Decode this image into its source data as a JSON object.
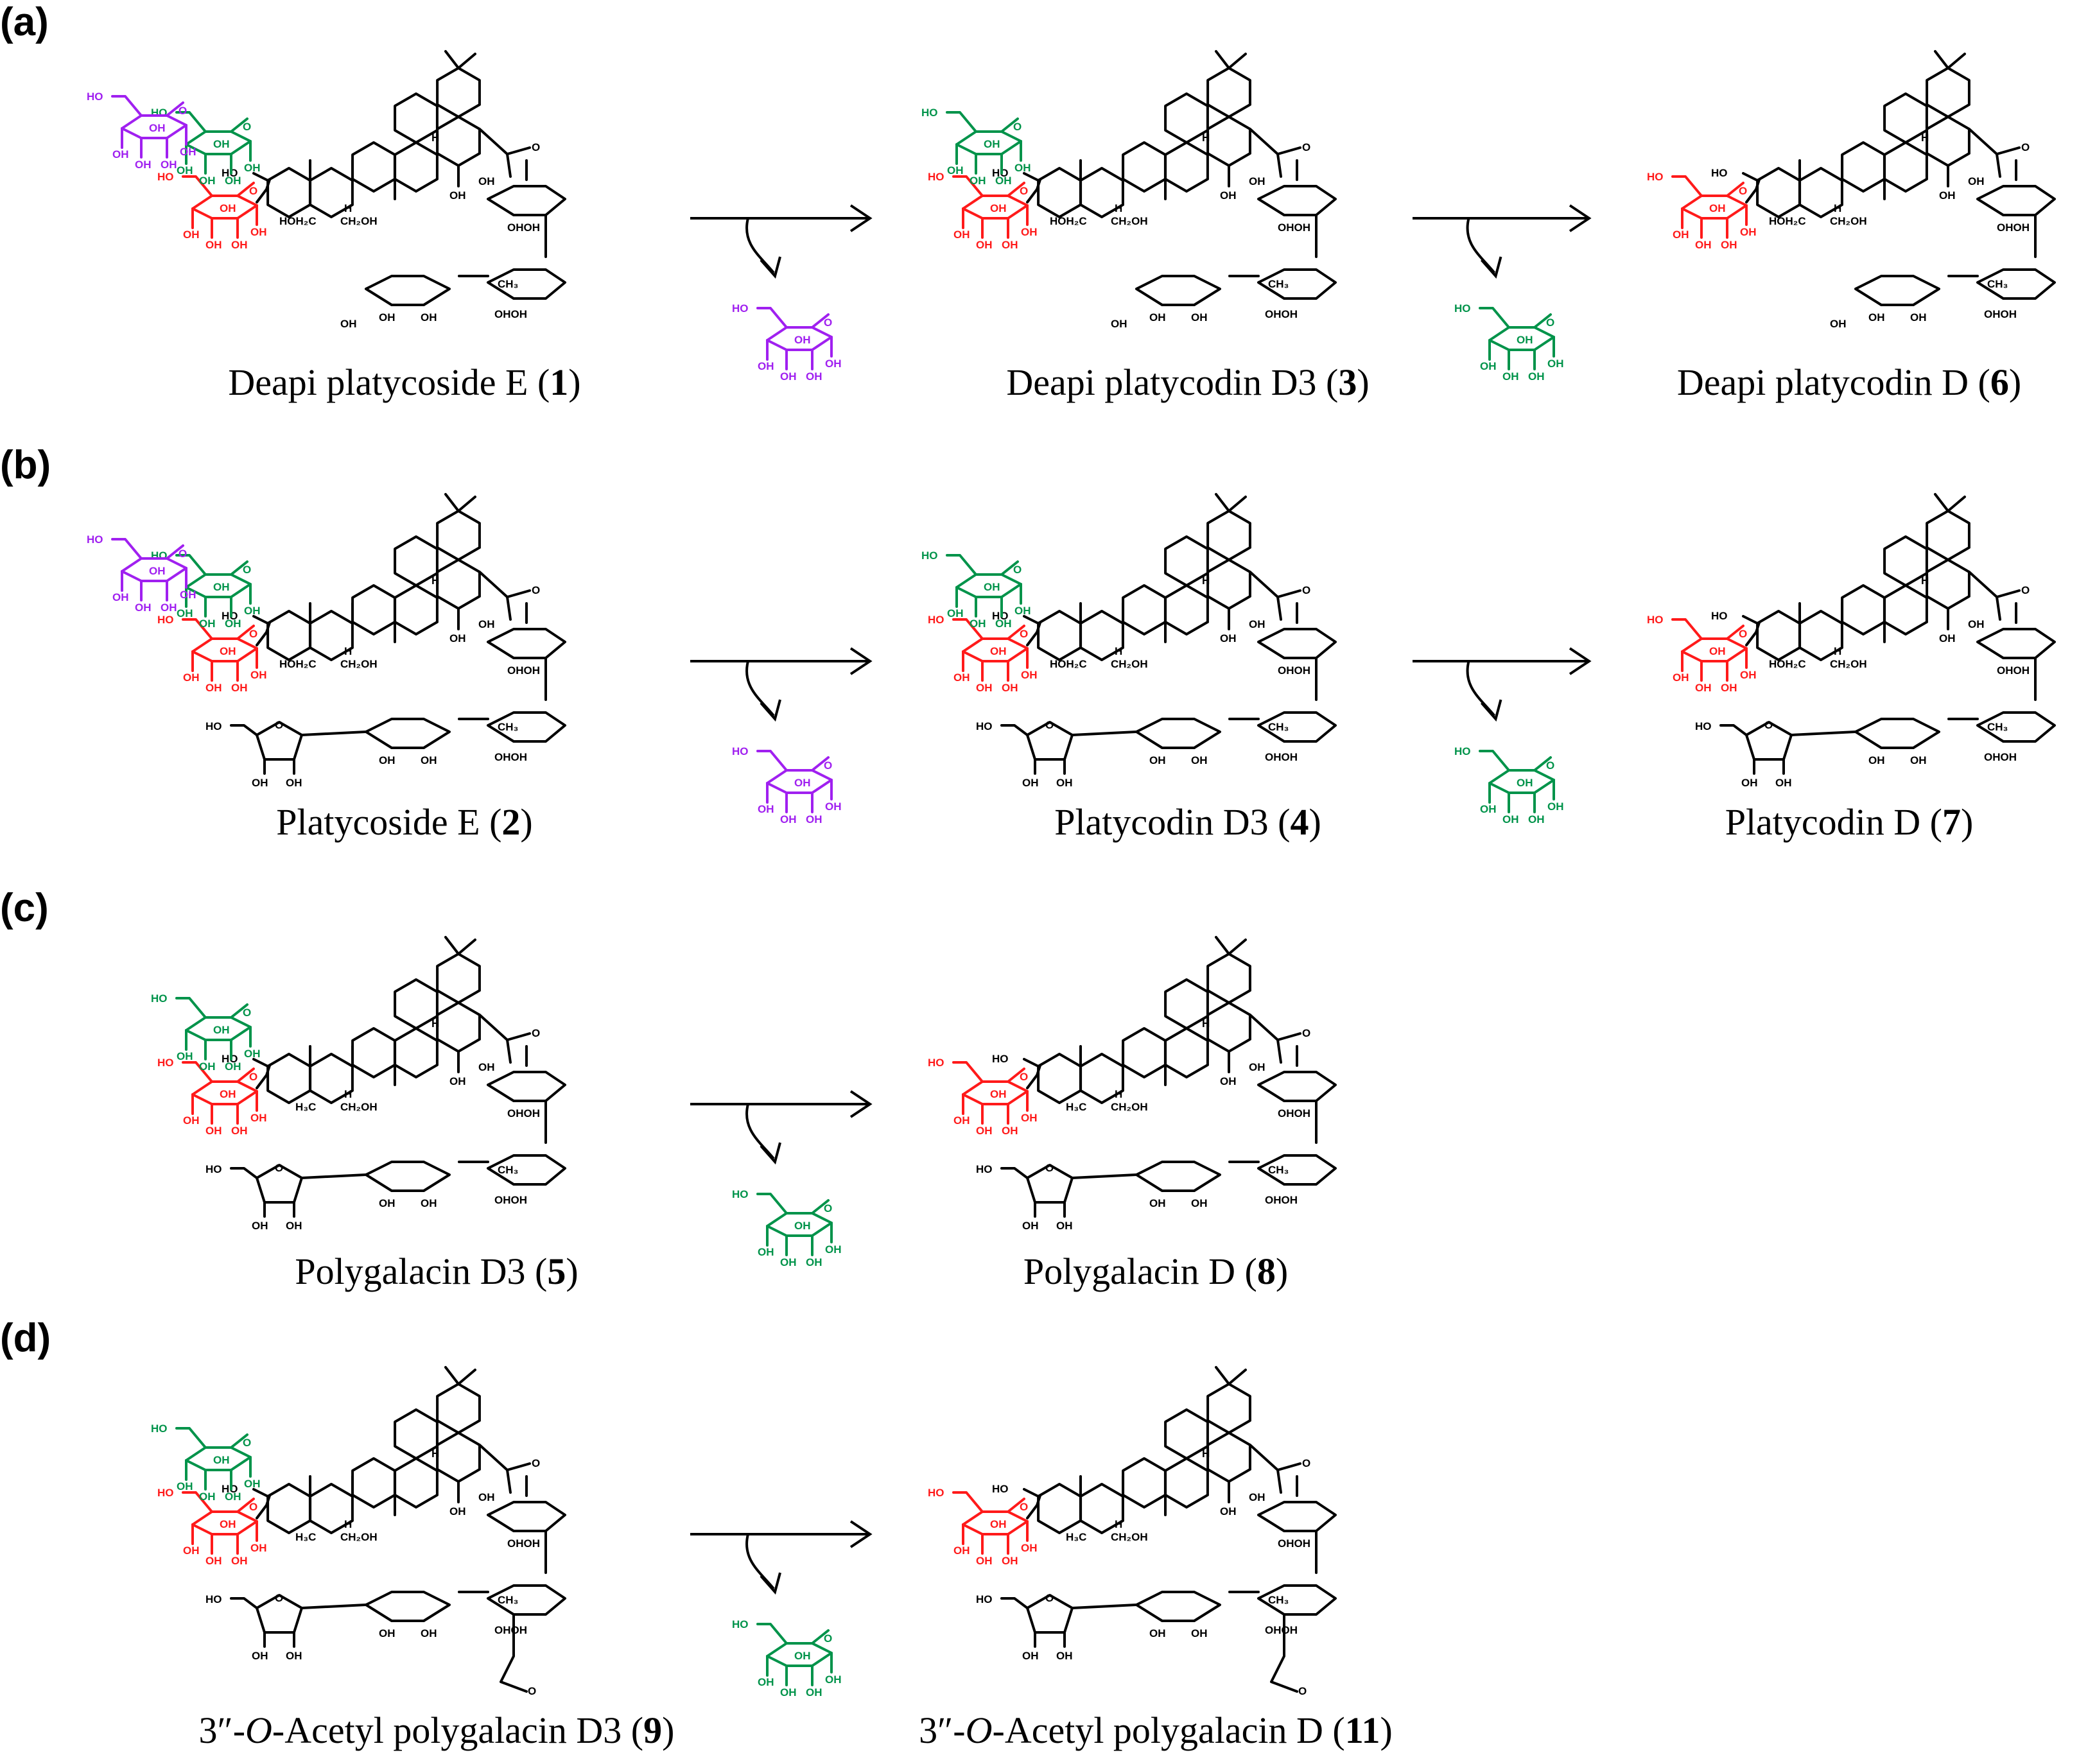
{
  "panels": [
    {
      "label": "(a)",
      "compounds": [
        {
          "name": "Deapi platycoside E",
          "num": "1",
          "sugars": [
            "purple",
            "green",
            "red"
          ],
          "backbone": "deapi"
        },
        {
          "name": "Deapi platycodin D3",
          "num": "3",
          "sugars": [
            "green",
            "red"
          ],
          "backbone": "deapi"
        },
        {
          "name": "Deapi platycodin D",
          "num": "6",
          "sugars": [
            "red"
          ],
          "backbone": "deapi"
        }
      ],
      "released": [
        "purple",
        "green"
      ]
    },
    {
      "label": "(b)",
      "compounds": [
        {
          "name": "Platycoside E",
          "num": "2",
          "sugars": [
            "purple",
            "green",
            "red"
          ],
          "backbone": "api"
        },
        {
          "name": "Platycodin D3",
          "num": "4",
          "sugars": [
            "green",
            "red"
          ],
          "backbone": "api"
        },
        {
          "name": "Platycodin D",
          "num": "7",
          "sugars": [
            "red"
          ],
          "backbone": "api"
        }
      ],
      "released": [
        "purple",
        "green"
      ]
    },
    {
      "label": "(c)",
      "compounds": [
        {
          "name": "Polygalacin D3",
          "num": "5",
          "sugars": [
            "green",
            "red"
          ],
          "backbone": "poly"
        },
        {
          "name": "Polygalacin D",
          "num": "8",
          "sugars": [
            "red"
          ],
          "backbone": "poly"
        }
      ],
      "released": [
        "green"
      ]
    },
    {
      "label": "(d)",
      "compounds": [
        {
          "name": "Polygalacin D3",
          "prefix_num": "3″-",
          "prefix_ital": "O",
          "prefix_rest": "-Acetyl polygalacin D3 ",
          "num": "9",
          "sugars": [
            "green",
            "red"
          ],
          "backbone": "acetyl"
        },
        {
          "name": "Polygalacin D",
          "prefix_num": "3″-",
          "prefix_ital": "O",
          "prefix_rest": "-Acetyl polygalacin D ",
          "num": "11",
          "sugars": [
            "red"
          ],
          "backbone": "acetyl"
        }
      ],
      "released": [
        "green"
      ]
    }
  ],
  "colors": {
    "purple": "#a020f0",
    "green": "#00934a",
    "red": "#ff1a1a",
    "black": "#000000"
  },
  "atoms": {
    "oh": "OH",
    "ho": "HO",
    "h": "H",
    "hoh2c": "HOH₂C",
    "ch2oh": "CH₂OH",
    "h3c": "H₃C",
    "ch3": "CH₃",
    "ohoh": "OHOH",
    "o": "O"
  }
}
